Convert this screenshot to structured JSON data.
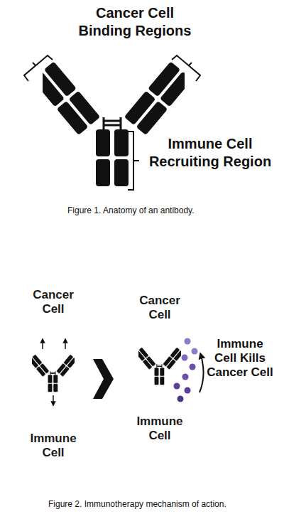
{
  "diagram": {
    "nodes": [
      {
        "text": [
          "Cancer Cell"
        ]
      },
      {
        "text": [
          "Immune Cell"
        ]
      },
      {
        "text": [
          "Cancer Cell"
        ]
      },
      {
        "text": [
          "Immune Cell"
        ]
      }
    ],
    "labels": [
      "Cancer Cell Binding Regions",
      "Immune Cell Recruiting Region",
      "Figure 1. Anatomy of an antibody.",
      "Immune Cell Kills Cancer Cell",
      "Figure 2. Immunotherapy mechanism of action."
    ]
  }
}
